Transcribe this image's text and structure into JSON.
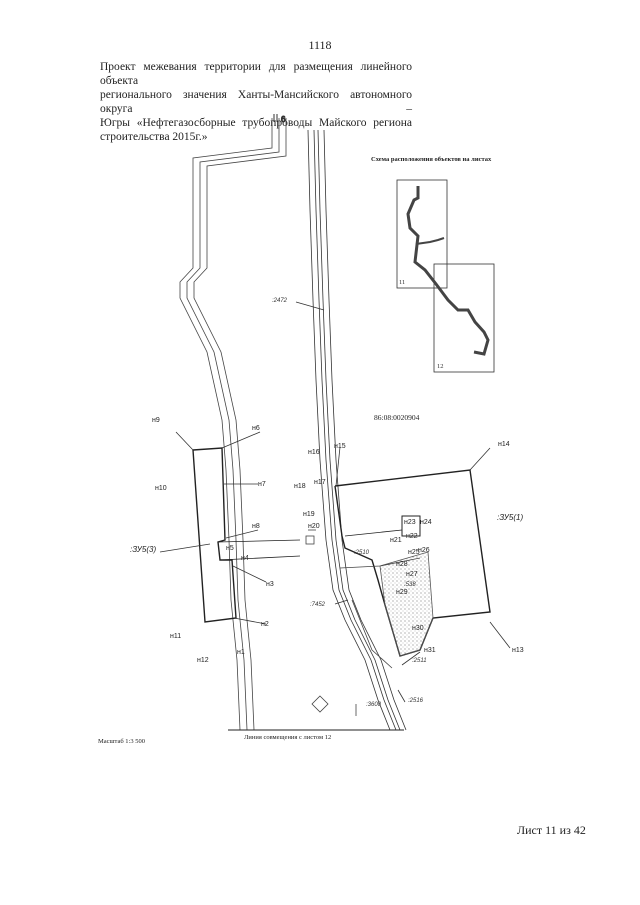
{
  "page": {
    "number": "1118",
    "title_lines": [
      "Проект межевания территории для размещения линейного объекта",
      "регионального значения Ханты-Мансийского автономного округа –",
      "Югры «Нефтегазосборные трубопроводы Майского региона",
      "строительства 2015г.»"
    ],
    "footer_sheet": "Лист 11 из 42"
  },
  "map": {
    "scale_label": "Масштаб 1:3 500",
    "match_line_label": "Линия совмещения с листом 12",
    "cadastral_block": "86:08:0020904",
    "inset": {
      "title": "Схема расположения объектов на листах",
      "sheet_labels": [
        "11",
        "12"
      ]
    },
    "parcel_labels": [
      ":ЗУ5(3)",
      ":ЗУ5(1)"
    ],
    "point_labels": {
      "n1": "н1",
      "n2": "н2",
      "n3": "н3",
      "n4": "н4",
      "n5": "н5",
      "n6": "н6",
      "n7": "н7",
      "n8": "н8",
      "n9": "н9",
      "n10": "н10",
      "n11": "н11",
      "n12": "н12",
      "n13": "н13",
      "n14": "н14",
      "n15": "н15",
      "n16": "н16",
      "n17": "н17",
      "n18": "н18",
      "n19": "н19",
      "n20": "н20",
      "n21": "н21",
      "n22": "н22",
      "n23": "н23",
      "n24": "н24",
      "n25": "н25",
      "n26": "н26",
      "n27": "н27",
      "n28": "н28",
      "n29": "н29",
      "n30": "н30",
      "n31": "н31"
    },
    "existing_parcels": [
      ":2472",
      ":2510",
      ":7452",
      ":538",
      ":2511",
      ":2516",
      ":3600"
    ]
  },
  "colors": {
    "ink": "#222222",
    "hatch": "#999999",
    "paper": "#ffffff"
  }
}
